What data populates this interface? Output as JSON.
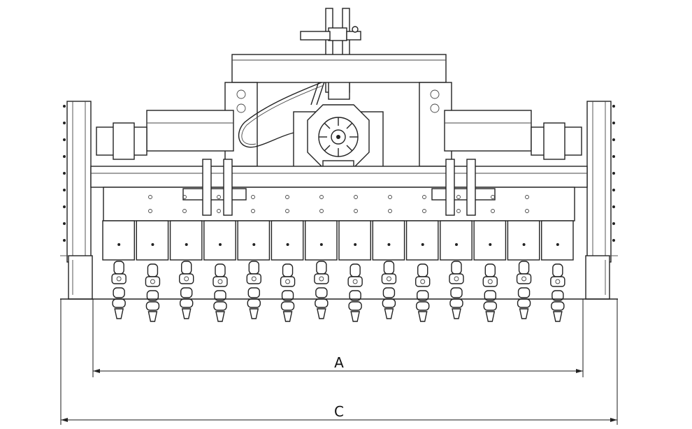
{
  "drawing": {
    "subject": "machine-front-view",
    "dimensions": [
      {
        "id": "A",
        "label": "A"
      },
      {
        "id": "C",
        "label": "C"
      }
    ],
    "blade_count": 14,
    "colors": {
      "line": "#222222",
      "background": "#ffffff"
    }
  }
}
